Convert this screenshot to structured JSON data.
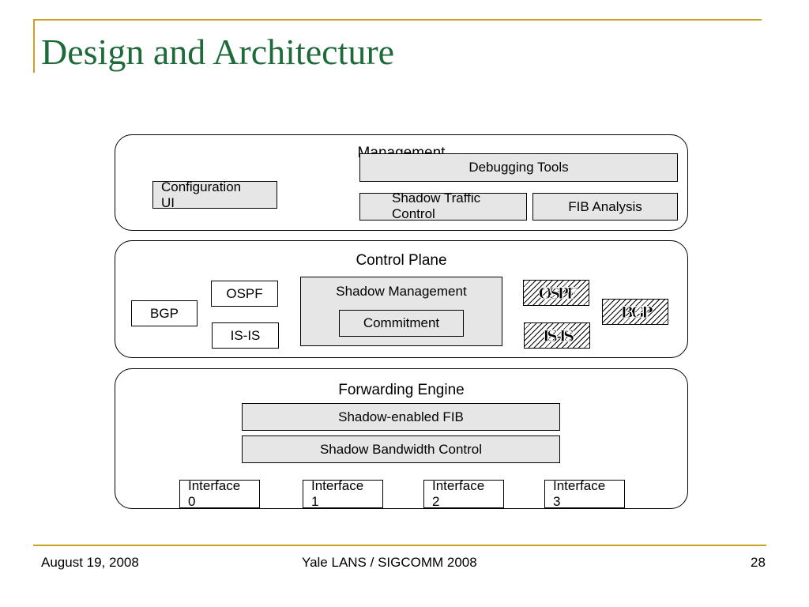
{
  "slide": {
    "title": "Design and Architecture",
    "footer": {
      "date": "August 19, 2008",
      "center": "Yale LANS / SIGCOMM 2008",
      "page": "28"
    }
  },
  "management": {
    "label": "Management",
    "config_ui_line1": "Configuration",
    "config_ui_line2": "UI",
    "debugging_tools": "Debugging Tools",
    "shadow_traffic_line1": "Shadow Traffic",
    "shadow_traffic_line2": "Control",
    "fib_analysis": "FIB Analysis"
  },
  "control_plane": {
    "label": "Control Plane",
    "bgp": "BGP",
    "ospf": "OSPF",
    "isis": "IS-IS",
    "shadow_management": "Shadow Management",
    "commitment": "Commitment",
    "shadow_ospf": "OSPF",
    "shadow_isis": "IS-IS",
    "shadow_bgp": "BGP"
  },
  "forwarding_engine": {
    "label": "Forwarding Engine",
    "shadow_fib": "Shadow-enabled FIB",
    "shadow_bandwidth": "Shadow Bandwidth Control",
    "interfaces": [
      {
        "line1": "Interface",
        "line2": "0"
      },
      {
        "line1": "Interface",
        "line2": "1"
      },
      {
        "line1": "Interface",
        "line2": "2"
      },
      {
        "line1": "Interface",
        "line2": "3"
      }
    ]
  }
}
